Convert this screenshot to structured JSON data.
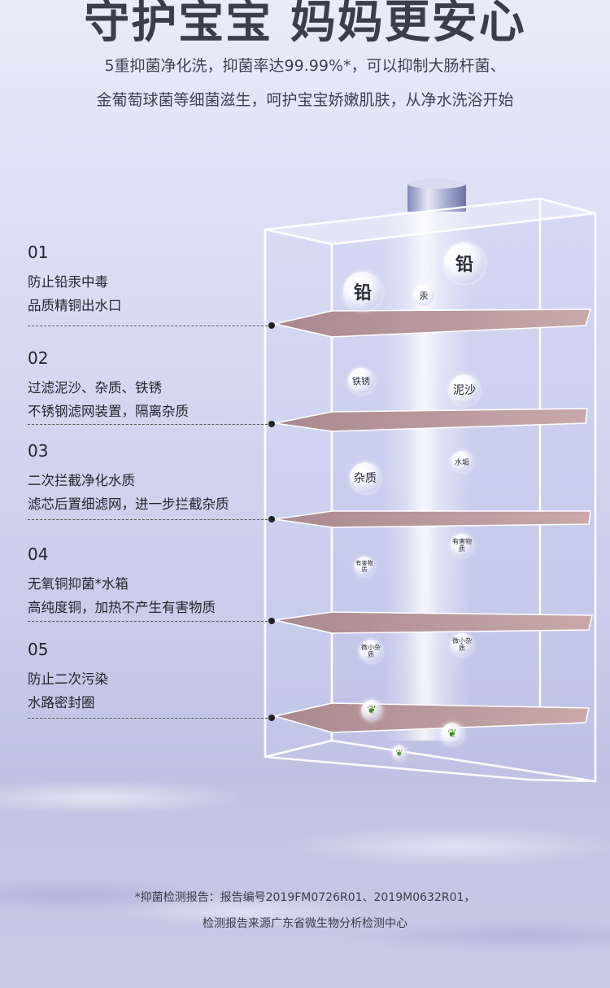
{
  "headline": "守护宝宝  妈妈更安心",
  "subtitle": {
    "line1": "5重抑菌净化洗，抑菌率达99.99%*，可以抑制大肠杆菌、",
    "line2": "金葡萄球菌等细菌滋生，呵护宝宝娇嫩肌肤，从净水洗浴开始"
  },
  "steps": [
    {
      "num": "01",
      "title": "防止铅汞中毒",
      "desc": "品质精铜出水口"
    },
    {
      "num": "02",
      "title": "过滤泥沙、杂质、铁锈",
      "desc": "不锈钢滤网装置，隔离杂质"
    },
    {
      "num": "03",
      "title": "二次拦截净化水质",
      "desc": "滤芯后置细滤网，进一步拦截杂质"
    },
    {
      "num": "04",
      "title": "无氧铜抑菌*水箱",
      "desc": "高纯度铜，加热不产生有害物质"
    },
    {
      "num": "05",
      "title": "防止二次污染",
      "desc": "水路密封圈"
    }
  ],
  "bubbles": {
    "lead_left": "铅",
    "lead_right": "铅",
    "mercury": "汞",
    "rust": "铁锈",
    "sand": "泥沙",
    "impurity": "杂质",
    "scale": "水垢",
    "harmful_left": "有害物质",
    "harmful_right": "有害物质",
    "micro_left": "微小杂质",
    "micro_right": "微小杂质"
  },
  "footnote": {
    "line1": "*抑菌检测报告：报告编号2019FM0726R01、2019M0632R01，",
    "line2": "检测报告来源广东省微生物分析检测中心"
  },
  "colors": {
    "shelf": "#b89a9c",
    "box_edge": "#ffffff",
    "text": "#23252e"
  }
}
